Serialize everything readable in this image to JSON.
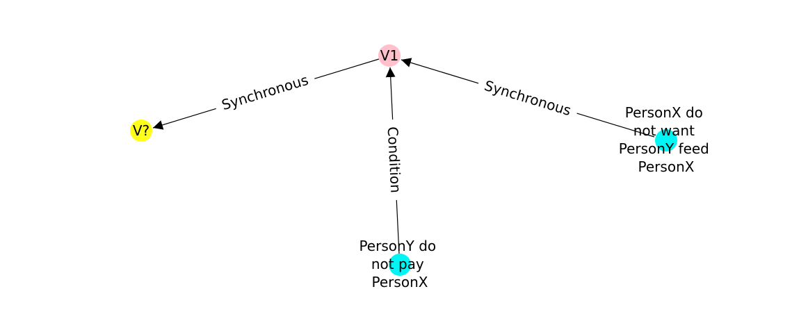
{
  "nodes": [
    {
      "id": "v1",
      "lines": [
        "V1"
      ],
      "color": "#ffc0cb"
    },
    {
      "id": "vq",
      "lines": [
        "V?"
      ],
      "color": "#ffff1a"
    },
    {
      "id": "px",
      "lines": [
        "PersonX do",
        "not want",
        "PersonY feed",
        "PersonX"
      ],
      "color": "#00f5f5"
    },
    {
      "id": "py",
      "lines": [
        "PersonY do",
        "not pay",
        "PersonX"
      ],
      "color": "#00f5f5"
    }
  ],
  "edges": [
    {
      "id": "e1",
      "from": "v1",
      "to": "vq",
      "label": "Synchronous"
    },
    {
      "id": "e2",
      "from": "py",
      "to": "v1",
      "label": "Condition"
    },
    {
      "id": "e3",
      "from": "px",
      "to": "v1",
      "label": "Synchronous"
    }
  ]
}
